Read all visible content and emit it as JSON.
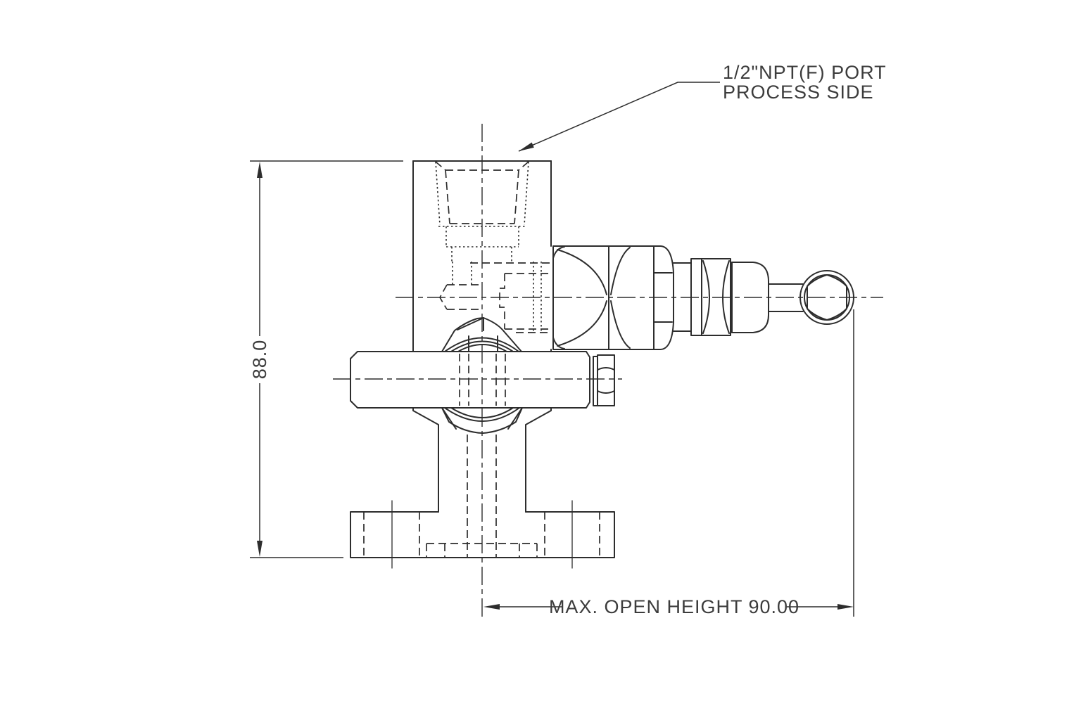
{
  "drawing": {
    "title": "valve cross-section engineering drawing",
    "port_label": {
      "line1": "1/2\"NPT(F) PORT",
      "line2": "PROCESS SIDE"
    },
    "dimensions": {
      "height_value": "88.0",
      "max_open_label": "MAX. OPEN HEIGHT 90.00"
    },
    "colors": {
      "line": "#2d2d2d",
      "text": "#3c3c3c",
      "background": "#ffffff"
    }
  }
}
